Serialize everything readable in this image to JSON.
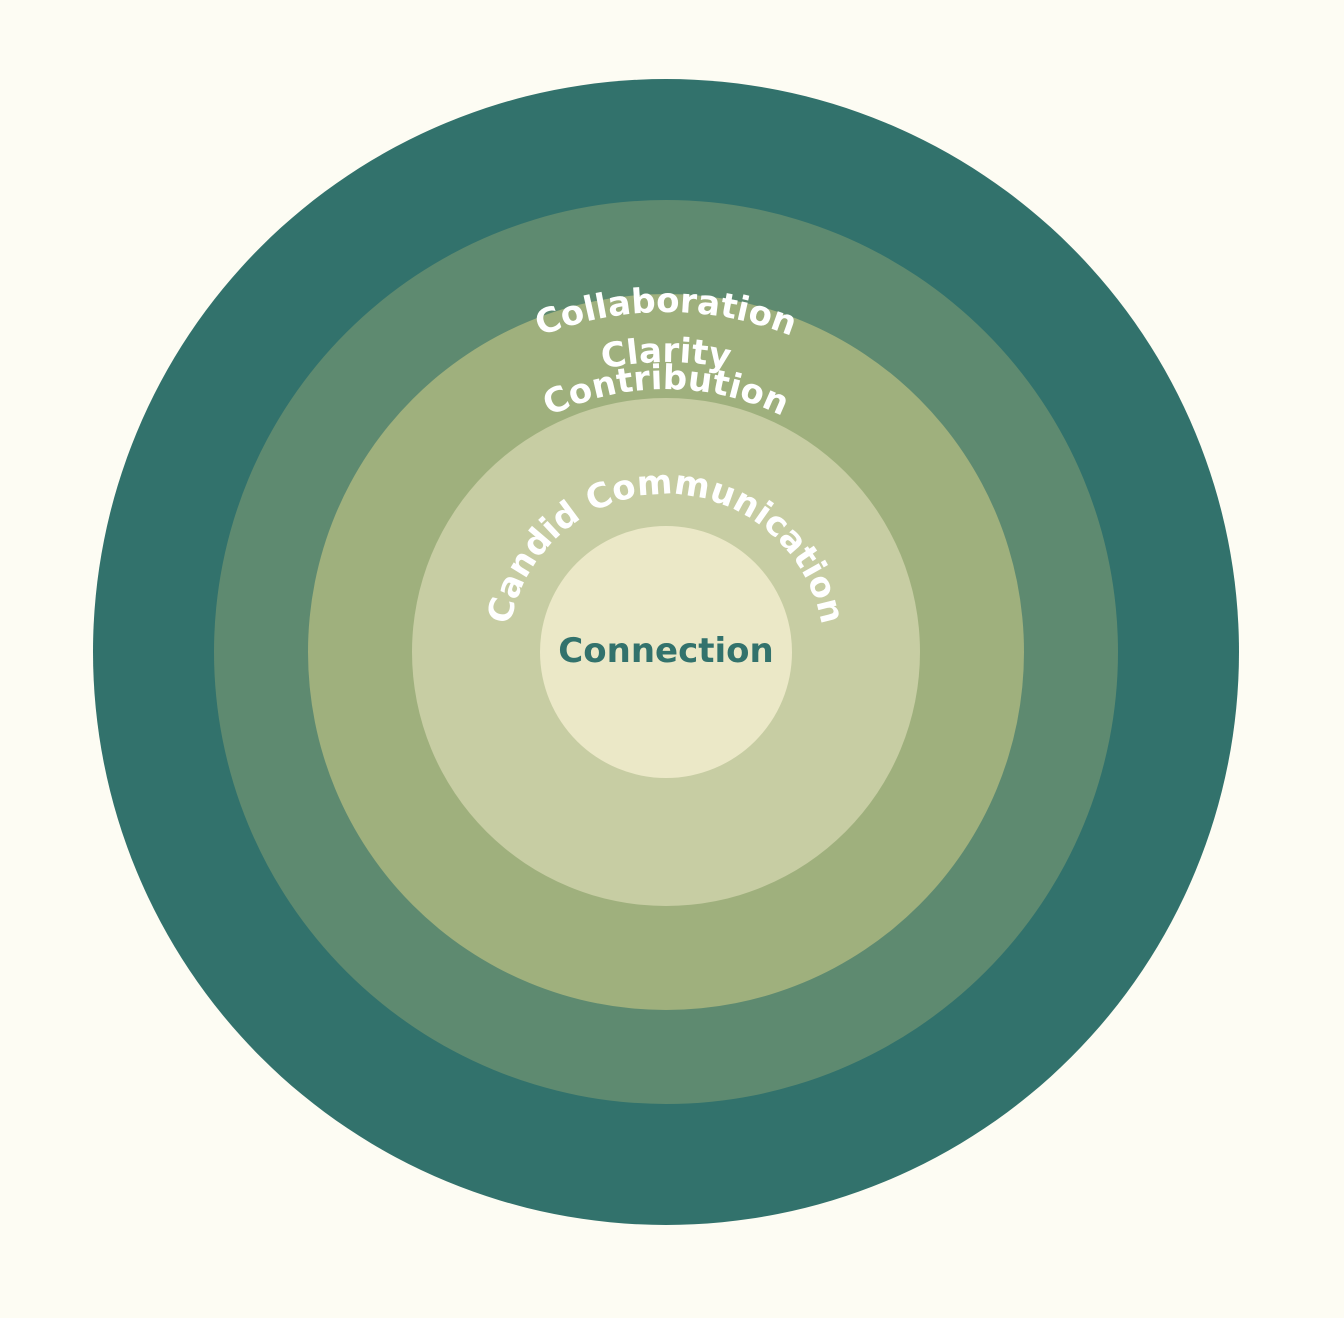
{
  "background_color": "#fdfcf3",
  "rings": [
    {
      "label": "Contribution",
      "color": "#32726c",
      "text_color": "#ffffff"
    },
    {
      "label": "Collaboration",
      "color": "#5e8a70",
      "text_color": "#ffffff"
    },
    {
      "label": "Clarity",
      "color": "#9fb07d",
      "text_color": "#ffffff"
    },
    {
      "label": "Candid Communication",
      "color": "#c7cda3",
      "text_color": "#ffffff"
    }
  ],
  "center": {
    "label": "Connection",
    "color": "#ebe8c7",
    "text_color": "#32726c"
  }
}
